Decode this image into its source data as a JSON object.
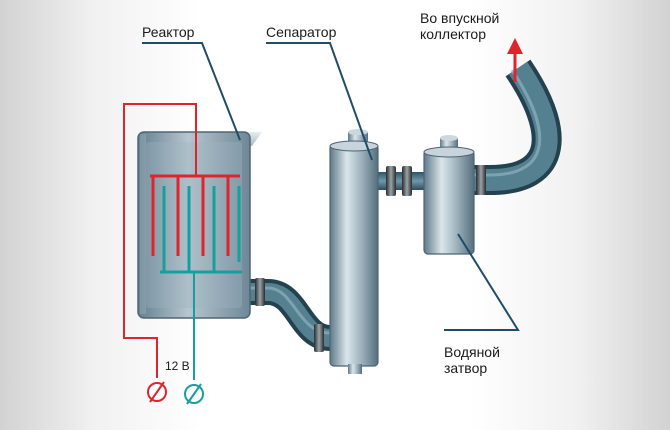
{
  "labels": {
    "reactor": "Реактор",
    "separator": "Сепаратор",
    "intake_line1": "Во впускной",
    "intake_line2": "коллектор",
    "water_trap_line1": "Водяной",
    "water_trap_line2": "затвор",
    "voltage": "12 В"
  },
  "colors": {
    "positive_wire": "#e0242c",
    "negative_wire": "#14a0a0",
    "vessel_metal": "#7a93a3",
    "pipe": "#3f6b7f",
    "arrow": "#e0242c",
    "leader_line": "#1f4d66"
  }
}
